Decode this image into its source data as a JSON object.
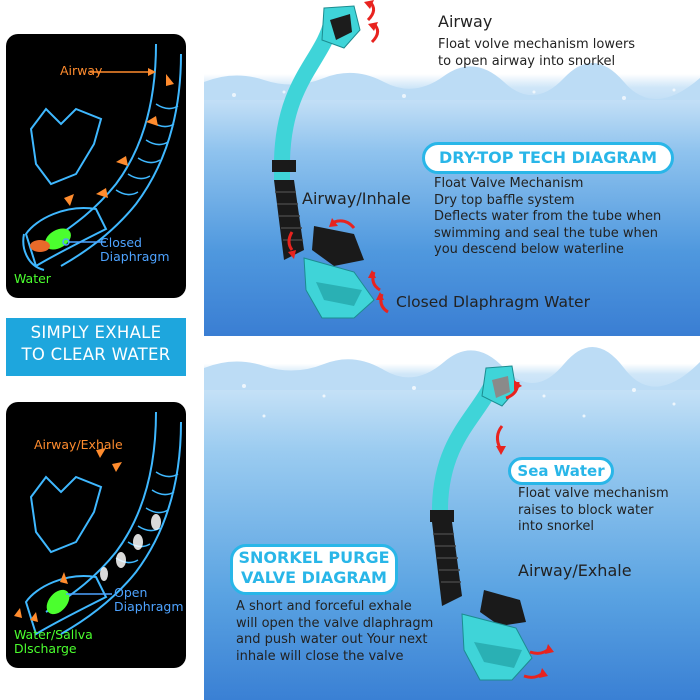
{
  "top_left_panel": {
    "airway_label": "Airway",
    "closed_label": "Closed\nDiaphragm",
    "water_label": "Water"
  },
  "banner": {
    "text": "SIMPLY EXHALE\nTO CLEAR WATER"
  },
  "bottom_left_panel": {
    "airway_exhale_label": "Airway/Exhale",
    "open_label": "Open\nDiaphragm",
    "discharge_label": "Water/Sallva\nDlscharge"
  },
  "top_right": {
    "airway_title": "Airway",
    "airway_desc": "Float volve mechanism lowers\nto open airway into snorkel",
    "diagram_title": "DRY-TOP TECH DIAGRAM",
    "desc": "Float Valve Mechanism\nDry top baffle system\nDeflects water from the tube when\nswimming and seal the tube when\nyou descend below waterline",
    "airway_inhale": "Airway/Inhale",
    "closed_diaphragm_water": "Closed Dlaphragm Water"
  },
  "bottom_right": {
    "sea_water_title": "Sea Water",
    "sea_water_desc": "Float valve mechanism\nraises to block water\ninto snorkel",
    "airway_exhale": "Airway/Exhale",
    "diagram_title": "SNORKEL PURGE\nVALVE DIAGRAM",
    "desc": "A short and forceful exhale\nwill open the valve dlaphragm\nand push water out Your next\ninhale will close the valve"
  },
  "colors": {
    "accent": "#29b6e8",
    "banner": "#1ea6dd",
    "snorkel_tube": "#3fd4d8",
    "arrow_red": "#e8231f",
    "label_orange": "#ff8c2e",
    "label_blue": "#4ea3ff",
    "label_green": "#4bff2e"
  }
}
